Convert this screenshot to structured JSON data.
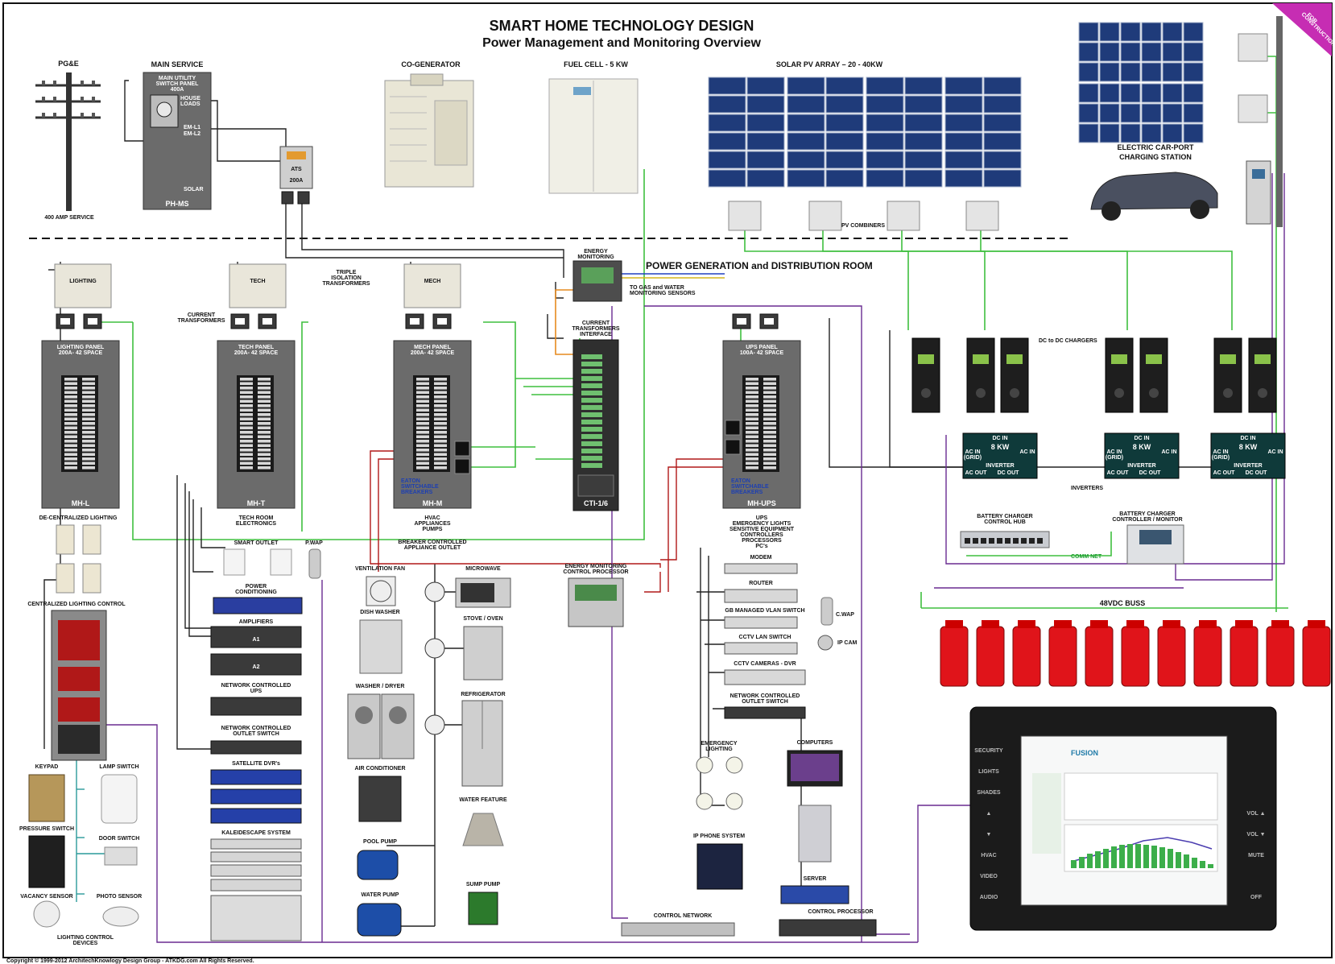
{
  "title": {
    "line1": "SMART HOME TECHNOLOGY DESIGN",
    "line2": "Power Management and Monitoring Overview"
  },
  "corner_tag": [
    "FOR",
    "CONSTRUCTION"
  ],
  "copyright": "Copyright © 1999-2012 ArchitechKnowlogy Design Group - ATKDG.com All Rights Reserved.",
  "top": {
    "pge": "PG&E",
    "pge_sub": "400 AMP SERVICE",
    "main_service": "MAIN SERVICE",
    "main_panel_label": [
      "MAIN UTILITY",
      "SWITCH PANEL",
      "400A"
    ],
    "house_loads": [
      "HOUSE",
      "LOADS"
    ],
    "em_l1": "EM-L1",
    "em_l2": "EM-L2",
    "solar": "SOLAR",
    "ph_ms": "PH-MS",
    "cogen": "CO-GENERATOR",
    "fuel_cell": "FUEL CELL - 5 KW",
    "solar_array": "SOLAR PV ARRAY – 20 - 40KW",
    "ats": "ATS",
    "ats_amp": "200A",
    "pv_combiners": "PV COMBINERS",
    "car_port": [
      "ELECTRIC CAR-PORT",
      "CHARGING STATION"
    ]
  },
  "room": "POWER GENERATION  and DISTRIBUTION ROOM",
  "transformers": {
    "lighting": "LIGHTING",
    "tech": "TECH",
    "mech": "MECH",
    "triple": [
      "TRIPLE",
      "ISOLATION",
      "TRANSFORMERS"
    ],
    "current_tx": [
      "CURRENT",
      "TRANSFORMERS"
    ]
  },
  "energy_monitoring": "ENERGY",
  "energy_monitoring2": "MONITORING",
  "sensors": [
    "TO GAS and WATER",
    "MONITORING SENSORS"
  ],
  "cti_label": [
    "CURRENT",
    "TRANSFORMERS",
    "INTERFACE"
  ],
  "cti": "CTI-1/6",
  "panels": [
    {
      "head": [
        "LIGHTING PANEL",
        "200A- 42 SPACE"
      ],
      "code": "MH-L",
      "desc": [
        "DE-CENTRALIZED LIGHTING"
      ]
    },
    {
      "head": [
        "TECH PANEL",
        "200A- 42 SPACE"
      ],
      "code": "MH-T",
      "desc": [
        "TECH ROOM",
        "ELECTRONICS"
      ]
    },
    {
      "head": [
        "MECH PANEL",
        "200A- 42 SPACE"
      ],
      "code": "MH-M",
      "desc": [
        "HVAC",
        "APPLIANCES",
        "PUMPS"
      ]
    },
    {
      "head": [
        "UPS PANEL",
        "100A- 42 SPACE"
      ],
      "code": "MH-UPS",
      "desc": [
        "UPS",
        "EMERGENCY LIGHTS",
        "SENSITIVE EQUIPMENT",
        "CONTROLLERS",
        "PROCESSORS",
        "PC's"
      ]
    }
  ],
  "eaton": [
    "EATON",
    "SWITCHABLE",
    "BREAKERS"
  ],
  "breaker_outlet": [
    "BREAKER CONTROLLED",
    "APPLIANCE OUTLET"
  ],
  "dc_chargers": "DC to DC CHARGERS",
  "inverter": {
    "dc_in": "DC IN",
    "kw": "8 KW",
    "ac_in": "AC IN",
    "grid": "(GRID)",
    "ac_in2": "AC IN",
    "name": "INVERTER",
    "ac_out": "AC OUT",
    "dc_out": "DC OUT"
  },
  "inverters": "INVERTERS",
  "battery_hub": [
    "BATTERY CHARGER",
    "CONTROL HUB"
  ],
  "battery_ctrl": [
    "BATTERY CHARGER",
    "CONTROLLER / MONITOR"
  ],
  "comm_net": "COMM NET",
  "buss": "48VDC     BUSS",
  "left_devices": {
    "centralized": "CENTRALIZED LIGHTING CONTROL",
    "keypad": "KEYPAD",
    "lamp_switch": "LAMP SWITCH",
    "pressure": "PRESSURE SWITCH",
    "door": "DOOR SWITCH",
    "vacancy": "VACANCY SENSOR",
    "photo": "PHOTO SENSOR",
    "lcd": [
      "LIGHTING CONTROL",
      "DEVICES"
    ]
  },
  "tech_devices": {
    "smart_outlet": "SMART  OUTLET",
    "pwap": "P.WAP",
    "power_cond": [
      "POWER",
      "CONDITIONING"
    ],
    "amplifiers": "AMPLIFIERS",
    "a1": "A1",
    "a2": "A2",
    "ups": [
      "NETWORK CONTROLLED",
      "UPS"
    ],
    "outlet_sw": [
      "NETWORK CONTROLLED",
      "OUTLET SWITCH"
    ],
    "sat_dvr": "SATELLITE DVR's",
    "kaleid": "KALEIDESCAPE SYSTEM"
  },
  "mech_devices": {
    "vent": "VENTILATION FAN",
    "micro": "MICROWAVE",
    "dish": "DISH WASHER",
    "stove": "STOVE / OVEN",
    "washer": "WASHER / DRYER",
    "fridge": "REFRIGERATOR",
    "ac": "AIR CONDITIONER",
    "fountain": "WATER FEATURE",
    "pool": "POOL PUMP",
    "sump": "SUMP PUMP",
    "wpump": "WATER PUMP"
  },
  "emcp": [
    "ENERGY MONITORING",
    "CONTROL PROCESSOR"
  ],
  "ups_devices": {
    "modem": "MODEM",
    "router": "ROUTER",
    "vlan": "GB MANAGED VLAN SWITCH",
    "cwap": "C.WAP",
    "cctv_sw": "CCTV LAN SWITCH",
    "ipcam": "IP CAM",
    "dvr": "CCTV CAMERAS - DVR",
    "outlet_sw": [
      "NETWORK CONTROLLED",
      "OUTLET SWITCH"
    ],
    "emerg": [
      "EMERGENCY",
      "LIGHTING"
    ],
    "computers": "COMPUTERS",
    "phone": "IP PHONE SYSTEM",
    "server": "SERVER",
    "ctrl_proc": "CONTROL PROCESSOR",
    "ctrl_net": "CONTROL NETWORK"
  },
  "touch": {
    "brand": "FUSION",
    "left_keys": [
      "SECURITY",
      "LIGHTS",
      "SHADES",
      "▲",
      "▼",
      "HVAC",
      "VIDEO",
      "AUDIO"
    ],
    "right_keys": [
      "",
      "",
      "",
      "VOL ▲",
      "VOL ▼",
      "MUTE",
      "",
      "OFF"
    ]
  },
  "colors": {
    "green": "#3fbf3f",
    "purple": "#6a2c91",
    "red": "#b01818",
    "battery": "#e0141a",
    "pv": "#1f3b7a",
    "orange": "#e68a1e"
  }
}
